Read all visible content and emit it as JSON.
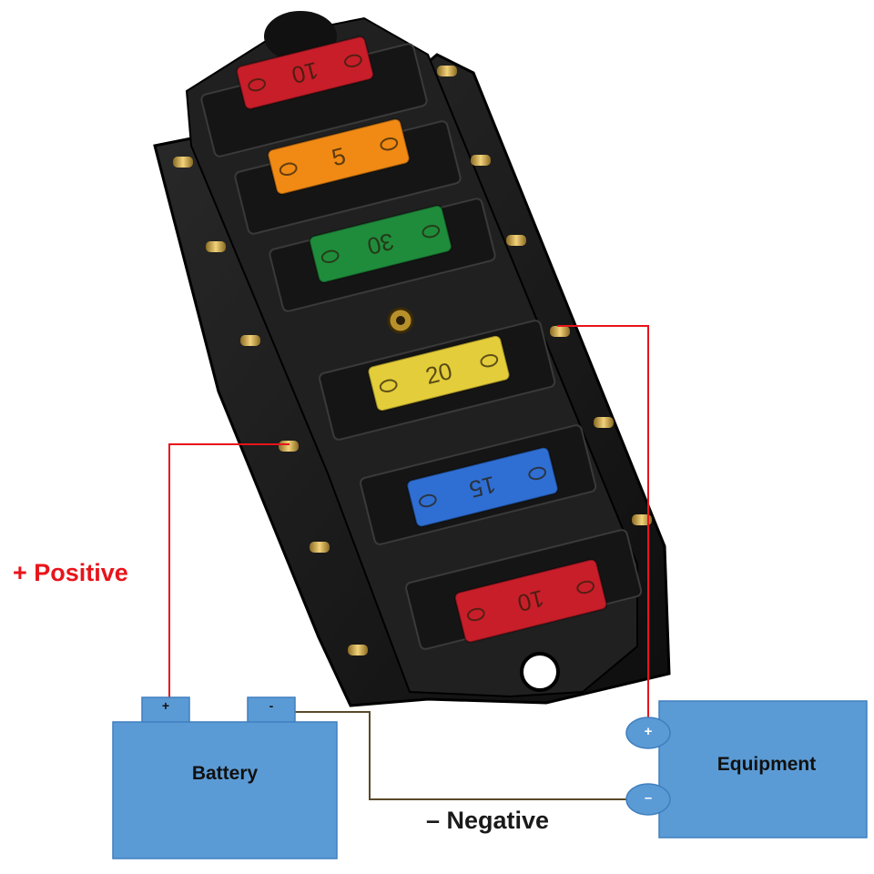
{
  "labels": {
    "positive": "+ Positive",
    "negative": "– Negative"
  },
  "battery": {
    "label": "Battery",
    "plus_terminal": "+",
    "minus_terminal": "-"
  },
  "equipment": {
    "label": "Equipment",
    "plus_terminal": "+",
    "minus_terminal": "–"
  },
  "fuses": [
    {
      "rating": "10",
      "color": "#c81e2a"
    },
    {
      "rating": "5",
      "color": "#f08a14"
    },
    {
      "rating": "30",
      "color": "#1f8c3c"
    },
    {
      "rating": "20",
      "color": "#e3cd3a"
    },
    {
      "rating": "15",
      "color": "#2f6fd4"
    },
    {
      "rating": "10",
      "color": "#c81e2a"
    }
  ],
  "colors": {
    "positive_wire": "#e8141b",
    "negative_wire": "#5a4a2a",
    "box_fill": "#5b9bd5",
    "box_stroke": "#3f7fbf",
    "fuse_block": "#1c1c1c"
  }
}
